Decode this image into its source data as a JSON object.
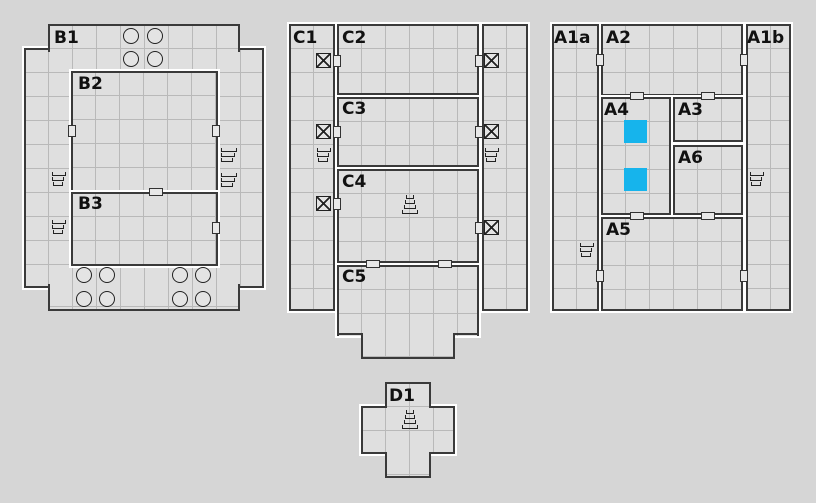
{
  "colors": {
    "pool": "#16b4ec",
    "wall": "#3a3a3a",
    "floor": "#dfdfdf"
  },
  "rooms": {
    "B1": "B1",
    "B2": "B2",
    "B3": "B3",
    "C1": "C1",
    "C2": "C2",
    "C3": "C3",
    "C4": "C4",
    "C5": "C5",
    "A1a": "A1a",
    "A1b": "A1b",
    "A2": "A2",
    "A3": "A3",
    "A4": "A4",
    "A5": "A5",
    "A6": "A6",
    "D1": "D1"
  }
}
